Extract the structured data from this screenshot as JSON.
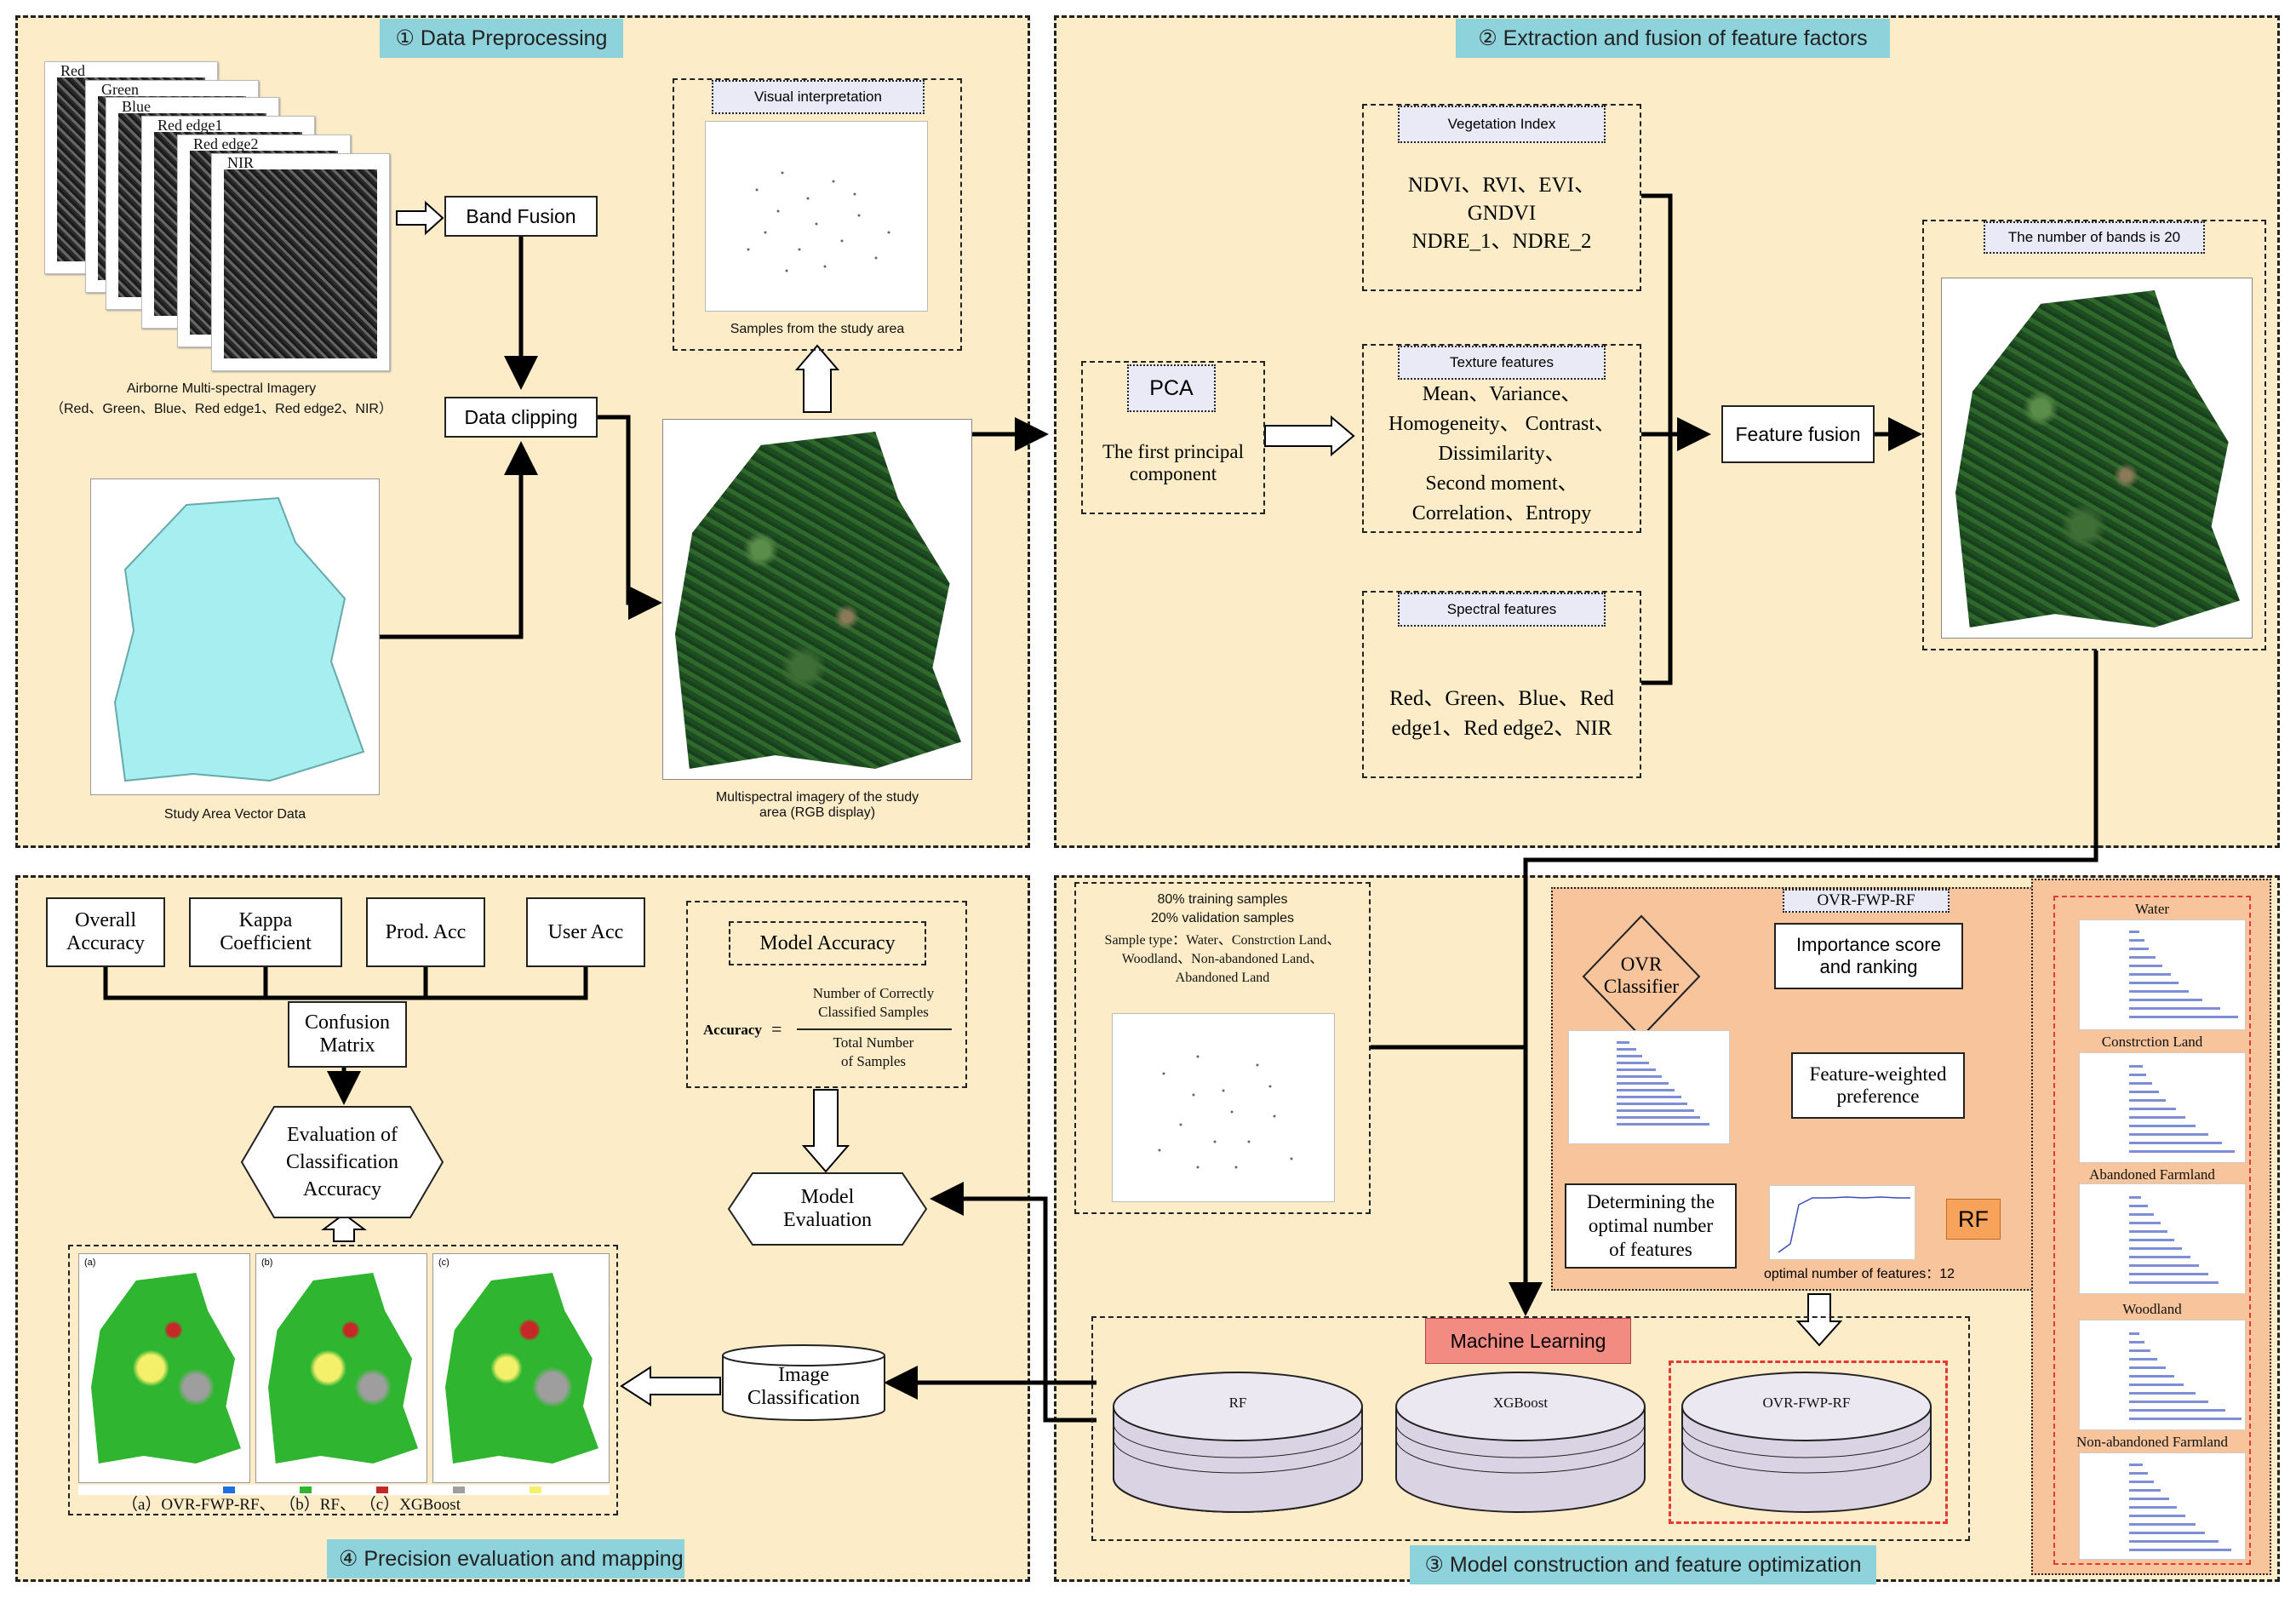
{
  "colors": {
    "quadrant_fill": "#fdecc8",
    "title_fill": "#8ed3dc",
    "ovr_panel_fill": "#f8c49c",
    "machine_learning_fill": "#f28b82",
    "rf_fill": "#f7a35c",
    "study_area_fill": "#a6eef0",
    "red_dashed": "#e53935",
    "chart_bar": "#7f8fd6"
  },
  "q1": {
    "title": "① Data Preprocessing",
    "bands": [
      "Red",
      "Green",
      "Blue",
      "Red edge1",
      "Red edge2",
      "NIR"
    ],
    "airborne_caption_1": "Airborne Multi-spectral Imagery",
    "airborne_caption_2": "（Red、Green、Blue、Red edge1、Red edge2、NIR）",
    "band_fusion": "Band Fusion",
    "data_clipping": "Data clipping",
    "study_area_caption": "Study Area Vector Data",
    "visual_interpretation": "Visual interpretation",
    "samples_caption": "Samples from the study area",
    "multispectral_caption_1": "Multispectral imagery of the study",
    "multispectral_caption_2": "area (RGB display)"
  },
  "q2": {
    "title": "② Extraction and fusion of feature factors",
    "pca": "PCA",
    "pca_text_1": "The first principal",
    "pca_text_2": "component",
    "vegetation_index": "Vegetation Index",
    "veg_line_1": "NDVI、RVI、EVI、",
    "veg_line_2": "GNDVI",
    "veg_line_3": "NDRE_1、NDRE_2",
    "texture_features": "Texture features",
    "tex_line_1": "Mean、Variance、",
    "tex_line_2": "Homogeneity、 Contrast、",
    "tex_line_3": "Dissimilarity、",
    "tex_line_4": "Second moment、",
    "tex_line_5": "Correlation、Entropy",
    "spectral_features": "Spectral features",
    "spec_line_1": "Red、Green、Blue、Red",
    "spec_line_2": "edge1、Red edge2、NIR",
    "feature_fusion": "Feature fusion",
    "bands_20": "The number of bands is 20"
  },
  "q3": {
    "title": "③ Model construction and feature optimization",
    "samples_line_1": "80% training samples",
    "samples_line_2": "20% validation samples",
    "sample_type_1": "Sample type：Water、Constrction Land、",
    "sample_type_2": "Woodland、Non-abandoned Land、",
    "sample_type_3": "Abandoned Land",
    "ovr_fwp_rf": "OVR-FWP-RF",
    "ovr_classifier_1": "OVR",
    "ovr_classifier_2": "Classifier",
    "importance_1": "Importance score",
    "importance_2": "and ranking",
    "feature_weighted_1": "Feature-weighted",
    "feature_weighted_2": "preference",
    "determining_1": "Determining the",
    "determining_2": "optimal number",
    "determining_3": "of features",
    "rf_label": "RF",
    "optimal_features": "optimal number of features：12",
    "machine_learning": "Machine Learning",
    "cyl_rf": "RF",
    "cyl_xgboost": "XGBoost",
    "cyl_ovr": "OVR-FWP-RF",
    "class_charts": [
      "Water",
      "Constrction Land",
      "Abandoned Farmland",
      "Woodland",
      "Non-abandoned Farmland"
    ]
  },
  "q4": {
    "title": "④ Precision evaluation and mapping",
    "overall_1": "Overall",
    "overall_2": "Accuracy",
    "kappa_1": "Kappa",
    "kappa_2": "Coefficient",
    "prod_acc": "Prod. Acc",
    "user_acc": "User Acc",
    "confusion_1": "Confusion",
    "confusion_2": "Matrix",
    "eval_1": "Evaluation of",
    "eval_2": "Classification",
    "eval_3": "Accuracy",
    "model_accuracy": "Model Accuracy",
    "acc_label": "Accuracy",
    "acc_eq": "=",
    "acc_num_1": "Number of Correctly",
    "acc_num_2": "Classified Samples",
    "acc_den_1": "Total Number",
    "acc_den_2": "of Samples",
    "model_eval_1": "Model",
    "model_eval_2": "Evaluation",
    "image_class_1": "Image",
    "image_class_2": "Classification",
    "maps_caption": "（a）OVR-FWP-RF、 （b）RF、 （c）XGBoost",
    "panel_labels": [
      "(a)",
      "(b)",
      "(c)"
    ]
  }
}
